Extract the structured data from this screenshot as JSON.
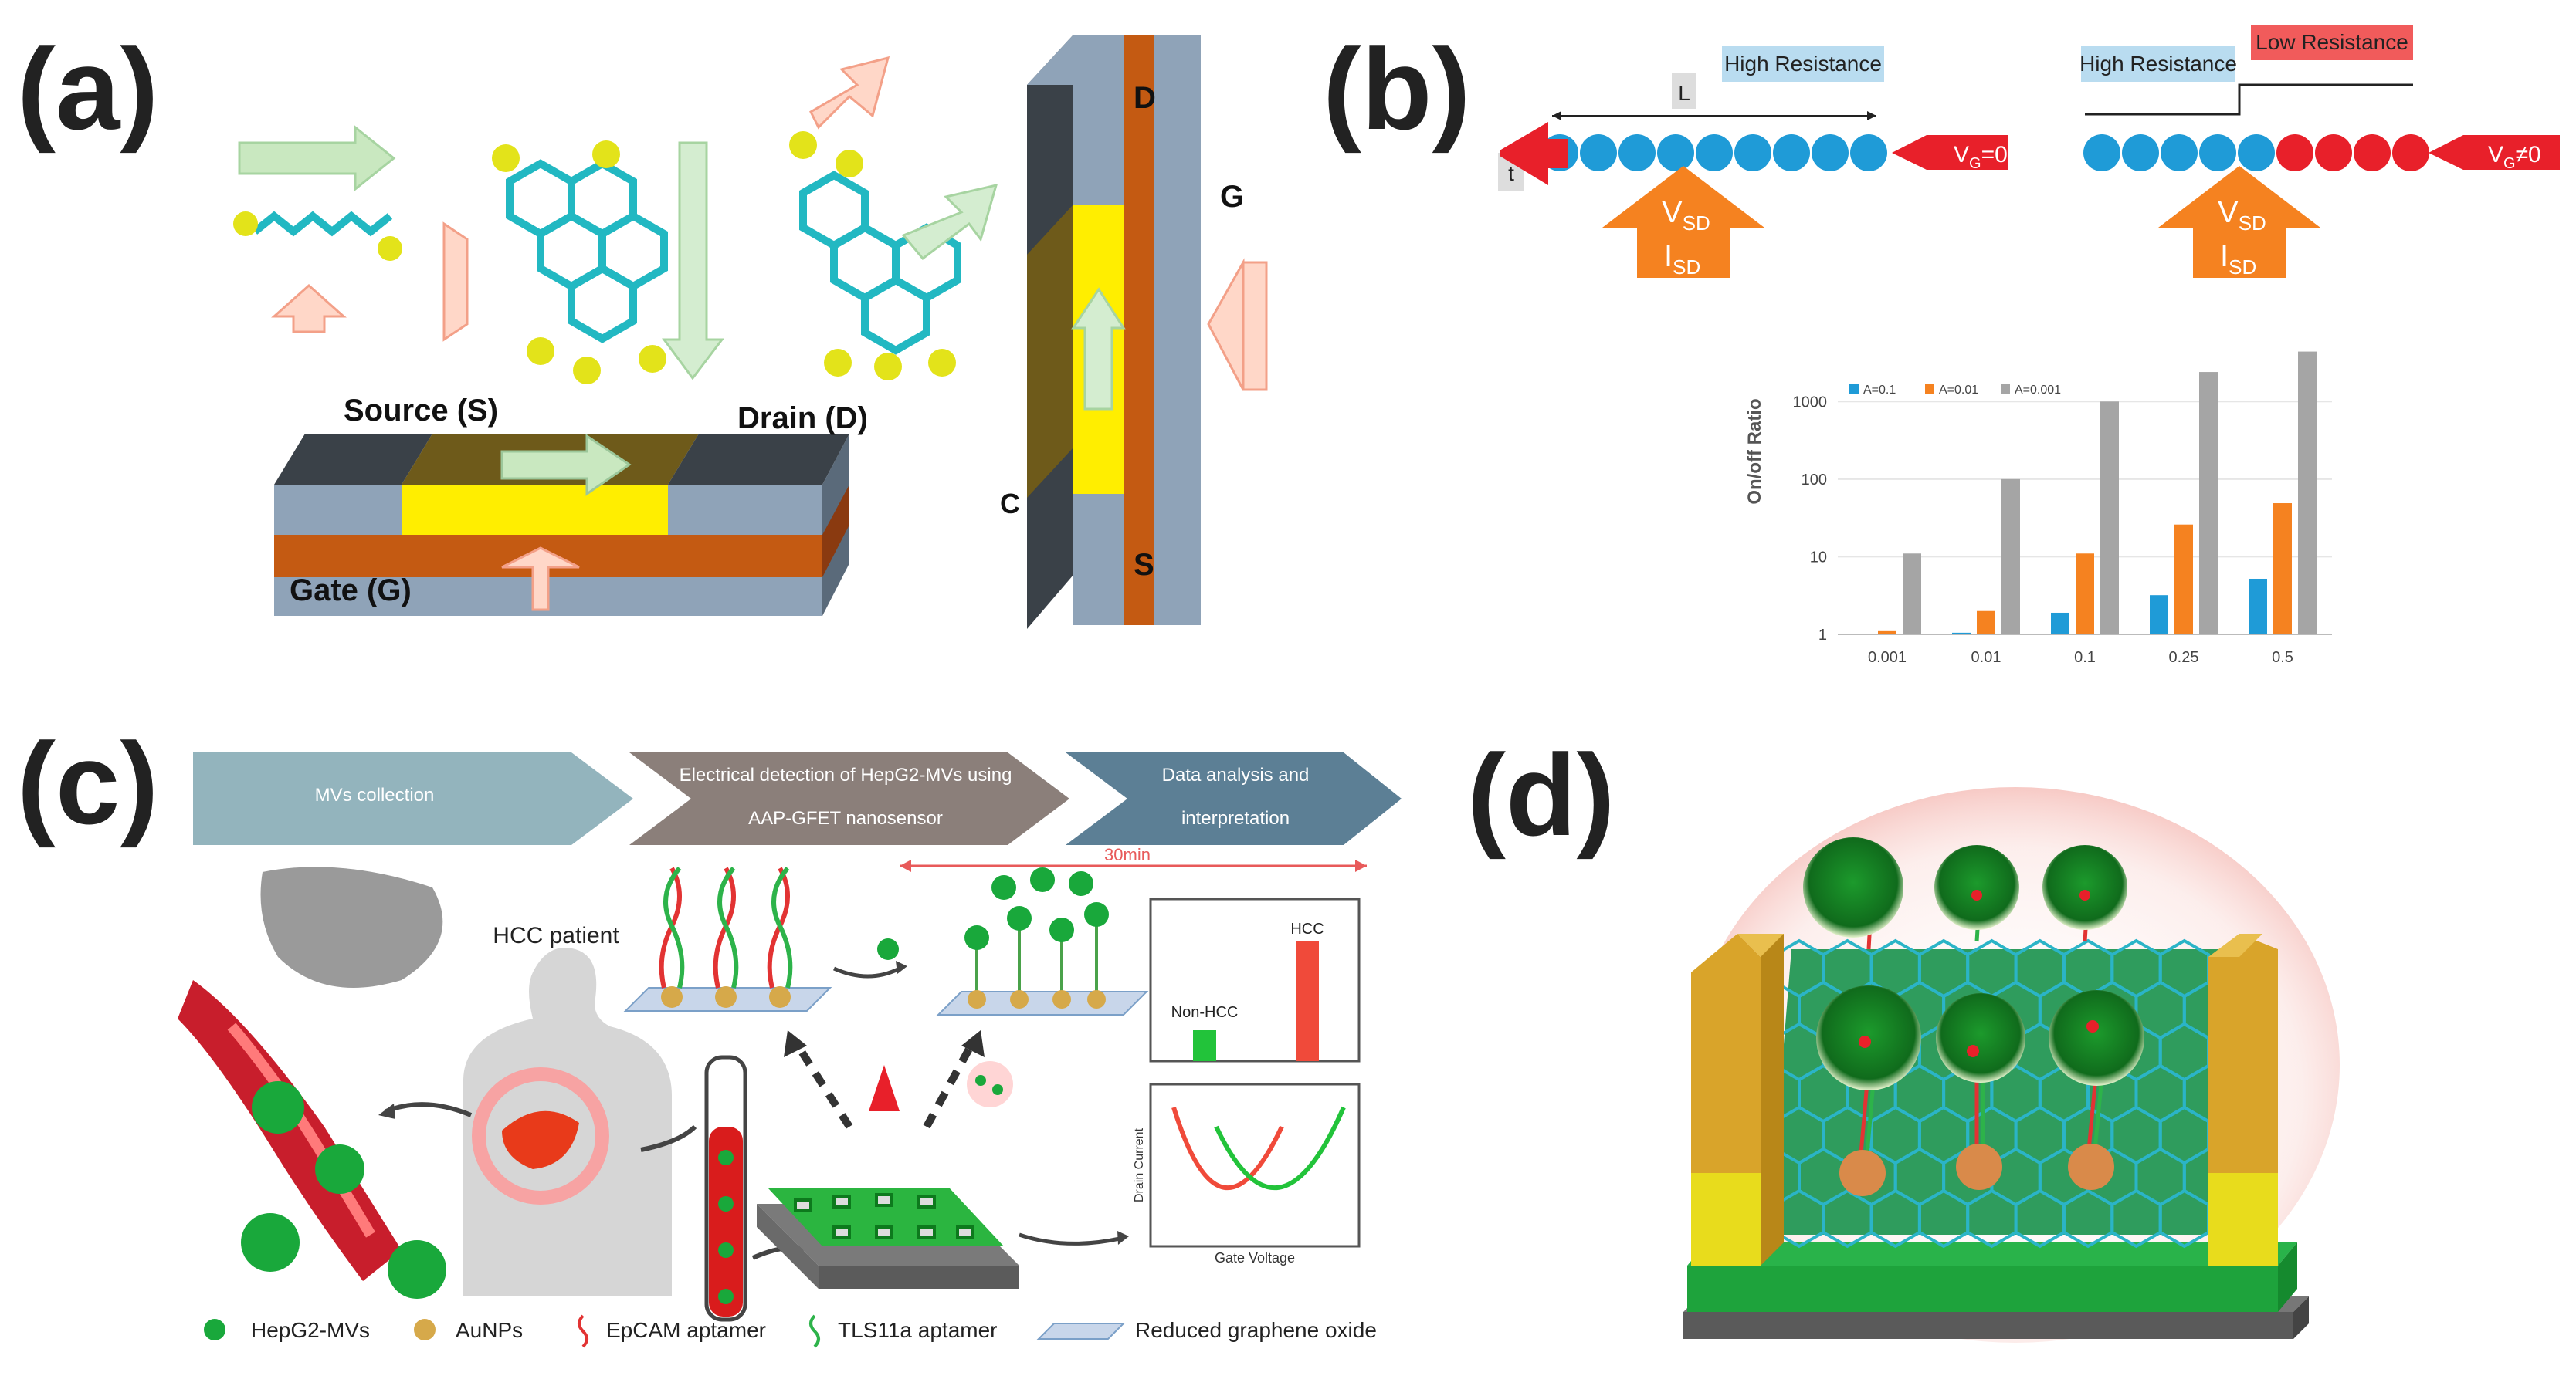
{
  "panel_a": {
    "letter": "(a)",
    "source_label": "Source (S)",
    "drain_label": "Drain (D)",
    "gate_label": "Gate (G)",
    "vertical_d": "D",
    "vertical_g": "G",
    "vertical_s": "S",
    "vertical_c": "C"
  },
  "panel_b": {
    "letter": "(b)",
    "high_resistance_1": "High Resistance",
    "high_resistance_2": "High Resistance",
    "low_resistance": "Low Resistance",
    "l_label": "L",
    "t_label": "t",
    "vg0": "V",
    "vg0_sub": "G",
    "vg0_rest": "=0",
    "vgn0": "V",
    "vgn0_sub": "G",
    "vgn0_rest": "≠0",
    "vsd": "V",
    "vsd_sub": "SD",
    "isd": "I",
    "isd_sub": "SD",
    "colors": {
      "blue_bead": "#1f9bd7",
      "red_bead": "#e8202a",
      "orange_arrow": "#f58220",
      "red_arrow": "#e8202a",
      "light_blue_box": "#b9dcf0",
      "red_box": "#f15b5b"
    }
  },
  "chart_data": {
    "type": "bar",
    "scale": "log",
    "categories": [
      "0.001",
      "0.01",
      "0.1",
      "0.25",
      "0.5"
    ],
    "series": [
      {
        "name": "A=0.1",
        "color": "#1f9bd7",
        "values": [
          1.0,
          1.05,
          1.9,
          3.2,
          5.2
        ]
      },
      {
        "name": "A=0.01",
        "color": "#f58220",
        "values": [
          1.1,
          2.0,
          11,
          26,
          49
        ]
      },
      {
        "name": "A=0.001",
        "color": "#a5a5a5",
        "values": [
          11,
          100,
          1000,
          2400,
          4400
        ]
      }
    ],
    "ylabel": "On/off Ratio",
    "yticks": [
      "1",
      "10",
      "100",
      "1000"
    ],
    "ylim": [
      1,
      5000
    ],
    "legend_position": "top-left"
  },
  "panel_c": {
    "letter": "(c)",
    "step1": "MVs collection",
    "step2_line1": "Electrical detection of HepG2-MVs using",
    "step2_line2": "AAP-GFET nanosensor",
    "step3_line1": "Data analysis and",
    "step3_line2": "interpretation",
    "time_label": "30min",
    "patient_label": "HCC patient",
    "bar_non_hcc": "Non-HCC",
    "bar_hcc": "HCC",
    "drain_current": "Drain Current",
    "gate_voltage": "Gate Voltage",
    "legend": [
      {
        "label": "HepG2-MVs"
      },
      {
        "label": "AuNPs"
      },
      {
        "label": "EpCAM aptamer"
      },
      {
        "label": "TLS11a aptamer"
      },
      {
        "label": "Reduced graphene oxide"
      }
    ]
  },
  "panel_d": {
    "letter": "(d)"
  }
}
